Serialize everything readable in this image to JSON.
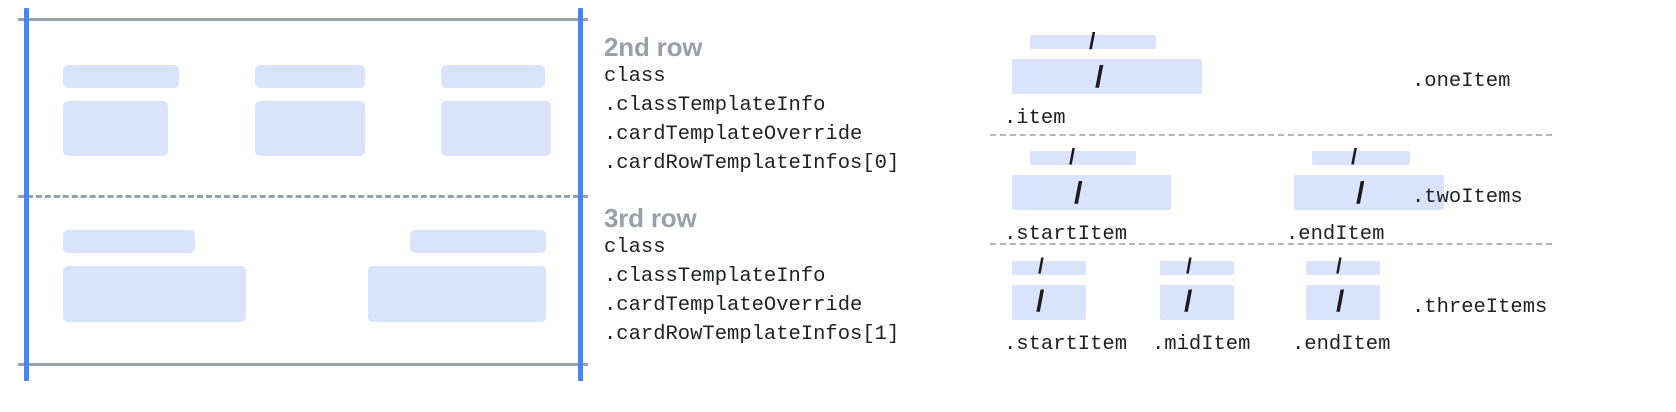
{
  "palette": {
    "placeholder_fill": "#d9e3fb",
    "accent_blue": "#4285f4",
    "rule_gray": "#9aa0a6",
    "dashed_gray": "#b5b8bb",
    "code_text": "#202124",
    "heading_gray": "#9aa0a6",
    "background": "#ffffff"
  },
  "card_panel": {
    "top_rule": "solid-gray-rule",
    "bottom_rule": "solid-gray-rule",
    "middle_divider": "dashed-gray-rule",
    "left_edge_marker": "blue-vertical-bar",
    "right_edge_marker": "blue-vertical-bar",
    "rows": [
      {
        "name": "second-row-preview",
        "columns": 3
      },
      {
        "name": "third-row-preview",
        "columns": 2
      }
    ]
  },
  "text_blocks": [
    {
      "heading": "2nd row",
      "code_lines": [
        "class",
        ".classTemplateInfo",
        ".cardTemplateOverride",
        ".cardRowTemplateInfos[0]"
      ]
    },
    {
      "heading": "3rd row",
      "code_lines": [
        "class",
        ".classTemplateInfo",
        ".cardTemplateOverride",
        ".cardRowTemplateInfos[1]"
      ]
    }
  ],
  "item_variants": [
    {
      "label": ".oneItem",
      "items": [
        {
          "caption": ".item",
          "slash": "/"
        }
      ]
    },
    {
      "label": ".twoItems",
      "items": [
        {
          "caption": ".startItem",
          "slash": "/"
        },
        {
          "caption": ".endItem",
          "slash": "/"
        }
      ]
    },
    {
      "label": ".threeItems",
      "items": [
        {
          "caption": ".startItem",
          "slash": "/"
        },
        {
          "caption": ".midItem",
          "slash": "/"
        },
        {
          "caption": ".endItem",
          "slash": "/"
        }
      ]
    }
  ]
}
